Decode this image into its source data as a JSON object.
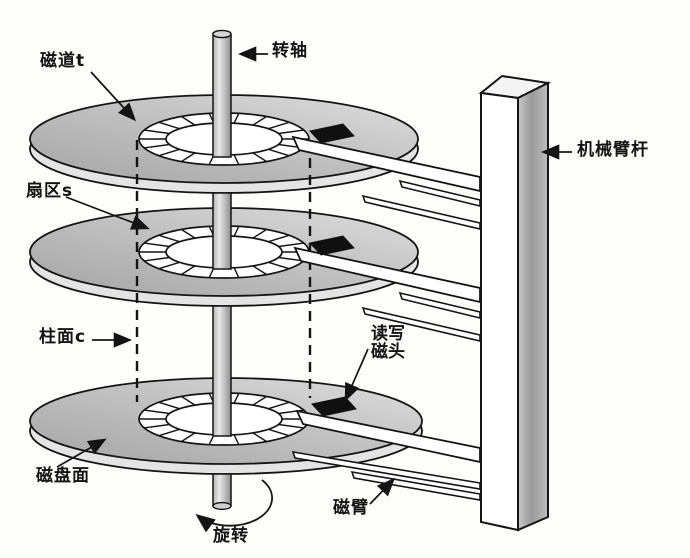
{
  "figure": {
    "description": "Hard disk pack structure diagram (platters, spindle, actuator, heads)",
    "labels": {
      "track": "磁道t",
      "spindle": "转轴",
      "actuator_pole": "机械臂杆",
      "sector": "扇区s",
      "cylinder": "柱面c",
      "rw_head": "读写磁头",
      "disk_surface": "磁盘面",
      "rotation": "旋转",
      "arm": "磁臂"
    },
    "colors": {
      "line": "#141414",
      "disk_fill_dark": "#a9a9a9",
      "disk_fill_light": "#d9d9d9",
      "disk_rim": "#e4e4e4",
      "ring_fill": "#ffffff",
      "head_fill": "#101010",
      "background": "#fdfdfc"
    }
  }
}
